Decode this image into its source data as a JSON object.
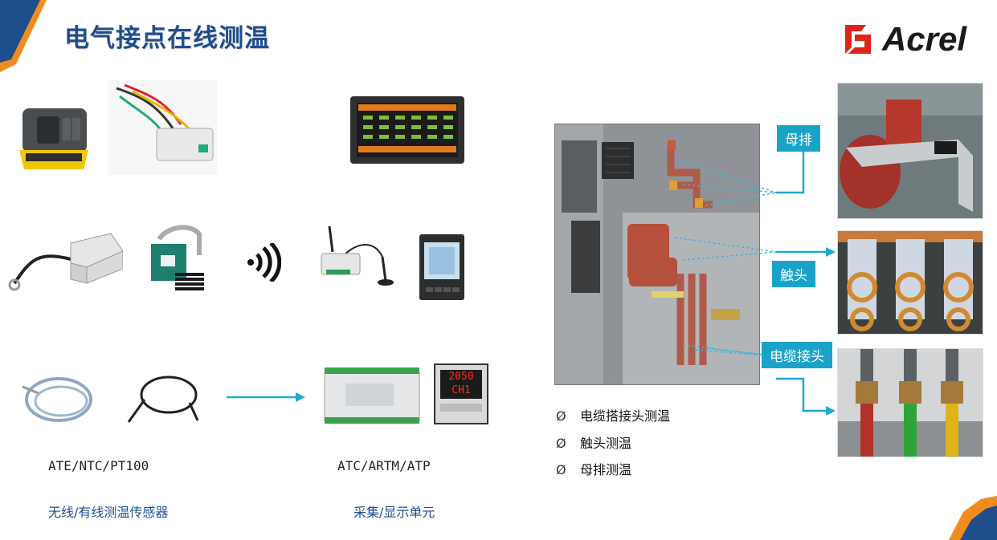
{
  "page": {
    "title": "电气接点在线测温",
    "logo_text": "Acrel",
    "colors": {
      "accent_blue": "#1f4e8c",
      "tag_cyan": "#1aa3c9",
      "arrow_cyan": "#1ea9d4",
      "logo_red": "#e2231a",
      "orange": "#f08c1e"
    }
  },
  "left": {
    "sensor_models": "ATE/NTC/PT100",
    "sensor_caption": "无线/有线测温传感器",
    "collector_models": "ATC/ARTM/ATP",
    "collector_caption": "采集/显示单元",
    "meter_display_top": "2050",
    "meter_display_bottom": "CH1"
  },
  "right": {
    "tags": {
      "busbar": "母排",
      "contact": "触头",
      "cable": "电缆接头"
    },
    "bullets": [
      {
        "marker": "Ø",
        "text": "电缆搭接头测温"
      },
      {
        "marker": "Ø",
        "text": "触头测温"
      },
      {
        "marker": "Ø",
        "text": "母排测温"
      }
    ]
  }
}
